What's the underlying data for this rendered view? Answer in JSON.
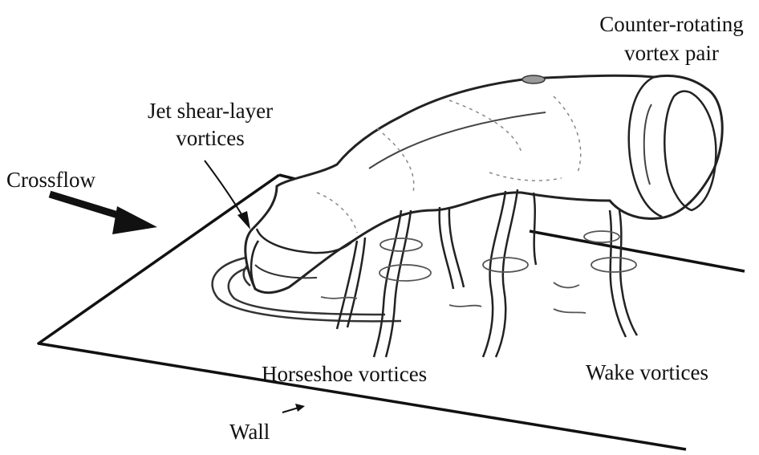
{
  "labels": {
    "crossflow": "Crossflow",
    "jet_shear_line1": "Jet shear-layer",
    "jet_shear_line2": "vortices",
    "crvp_line1": "Counter-rotating",
    "crvp_line2": "vortex pair",
    "horseshoe": "Horseshoe vortices",
    "wake": "Wake vortices",
    "wall": "Wall"
  },
  "colors": {
    "ink": "#111111",
    "sketch": "#333333",
    "shade": "#9a9a9a",
    "background": "#ffffff"
  }
}
